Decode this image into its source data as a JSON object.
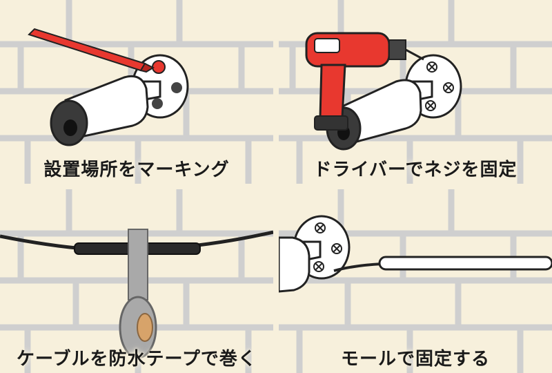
{
  "panels": [
    {
      "caption": "設置場所をマーキング",
      "icon": "marker-pen"
    },
    {
      "caption": "ドライバーでネジを固定",
      "icon": "power-drill"
    },
    {
      "caption": "ケーブルを防水テープで巻く",
      "icon": "waterproof-tape"
    },
    {
      "caption": "モールで固定する",
      "icon": "cable-molding"
    }
  ],
  "colors": {
    "background": "#f7f0dc",
    "brick_line": "#cfcfcf",
    "marker_red": "#e8382f",
    "camera_body": "#ffffff",
    "camera_lens": "#3a3a3a",
    "tape_gray": "#a9a9a9",
    "tape_core": "#d7a36a"
  }
}
